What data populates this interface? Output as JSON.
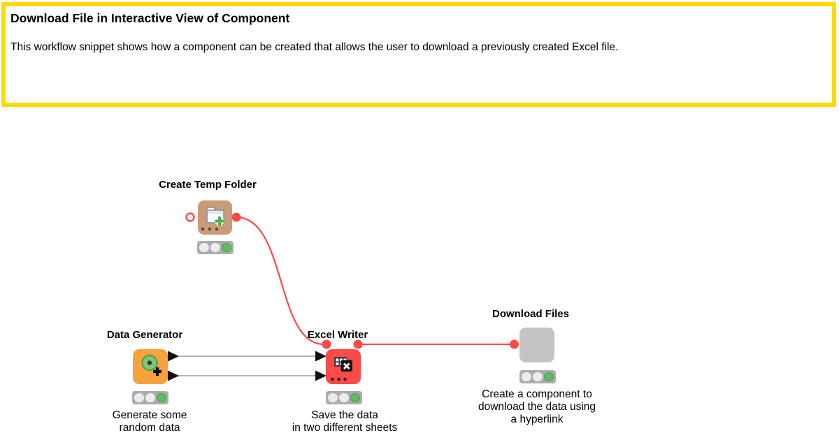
{
  "annotation": {
    "title": "Download File in Interactive View of Component",
    "body": "This workflow snippet shows how a component can be created that allows the user to download a previously created Excel file."
  },
  "nodes": [
    {
      "id": "create-temp-folder",
      "title": "Create Temp Folder",
      "caption": "",
      "color": "#CB9B77",
      "icon": "folder-plus-icon",
      "status_lights": [
        "off",
        "off",
        "green"
      ]
    },
    {
      "id": "data-generator",
      "title": "Data Generator",
      "caption": "Generate some\nrandom data",
      "color": "#F8A13D",
      "icon": "data-generator-icon",
      "status_lights": [
        "off",
        "off",
        "green"
      ]
    },
    {
      "id": "excel-writer",
      "title": "Excel Writer",
      "caption": "Save the data\nin two different sheets",
      "color": "#FB4A4A",
      "icon": "excel-table-icon",
      "status_lights": [
        "off",
        "off",
        "green"
      ]
    },
    {
      "id": "download-files",
      "title": "Download Files",
      "caption": "Create a component to\ndownload the data using\na hyperlink",
      "color": "#C4C4C4",
      "icon": "none",
      "status_lights": [
        "off",
        "off",
        "green"
      ]
    }
  ],
  "connections": [
    {
      "from": "create-temp-folder",
      "to": "excel-writer",
      "type": "flow-variable"
    },
    {
      "from": "data-generator",
      "to": "excel-writer",
      "type": "data"
    },
    {
      "from": "data-generator",
      "to": "excel-writer",
      "type": "data"
    },
    {
      "from": "excel-writer",
      "to": "download-files",
      "type": "flow-variable"
    }
  ],
  "colors": {
    "annotation_border": "#FFD900",
    "flow_variable_red": "#FC4A49",
    "data_line_gray": "#9A9A9A",
    "status_green": "#5FBA60",
    "traffic_bg": "#ACACAC"
  }
}
